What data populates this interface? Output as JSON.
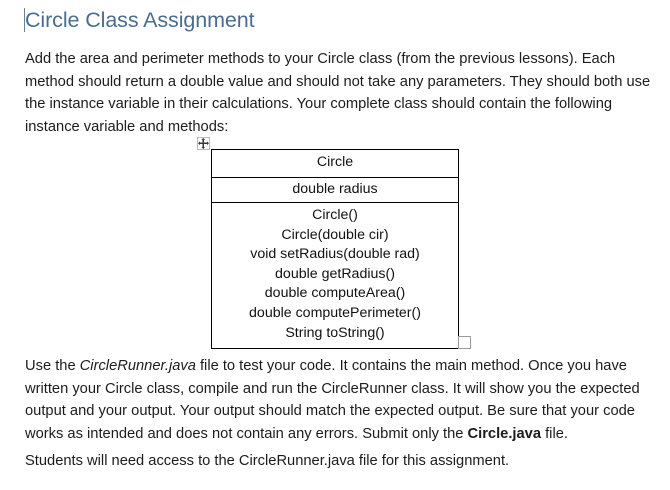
{
  "document": {
    "title": "Circle Class Assignment",
    "title_color": "#4a6d8f",
    "body_color": "#1c1c1c"
  },
  "paragraphs": {
    "intro": "Add the area and perimeter methods to your Circle class (from the previous lessons). Each method should return a double value and should not take any parameters. They should both use the instance variable in their calculations. Your complete class should contain the following instance variable and methods:",
    "runner_part1": "Use the ",
    "runner_italic": "CircleRunner.java",
    "runner_part2": " file to test your code. It contains the main method. Once you have written your Circle class, compile and run the CircleRunner class. It will show you the expected output and your output. Your output should match the expected output. Be sure that your code works as intended and does not contain any errors. Submit only the ",
    "runner_bold": "Circle.java",
    "runner_part3": " file.",
    "students": "Students will need access to the CircleRunner.java file for this assignment."
  },
  "uml_table": {
    "class_name": "Circle",
    "fields": [
      "double radius"
    ],
    "methods": [
      "Circle()",
      "Circle(double cir)",
      "void setRadius(double rad)",
      "double getRadius()",
      "double computeArea()",
      "double computePerimeter()",
      "String toString()"
    ],
    "border_color": "#000000"
  },
  "handles": {
    "move_handle_icon": "four-arrow-move-icon",
    "resize_handle_icon": "resize-square-icon"
  }
}
